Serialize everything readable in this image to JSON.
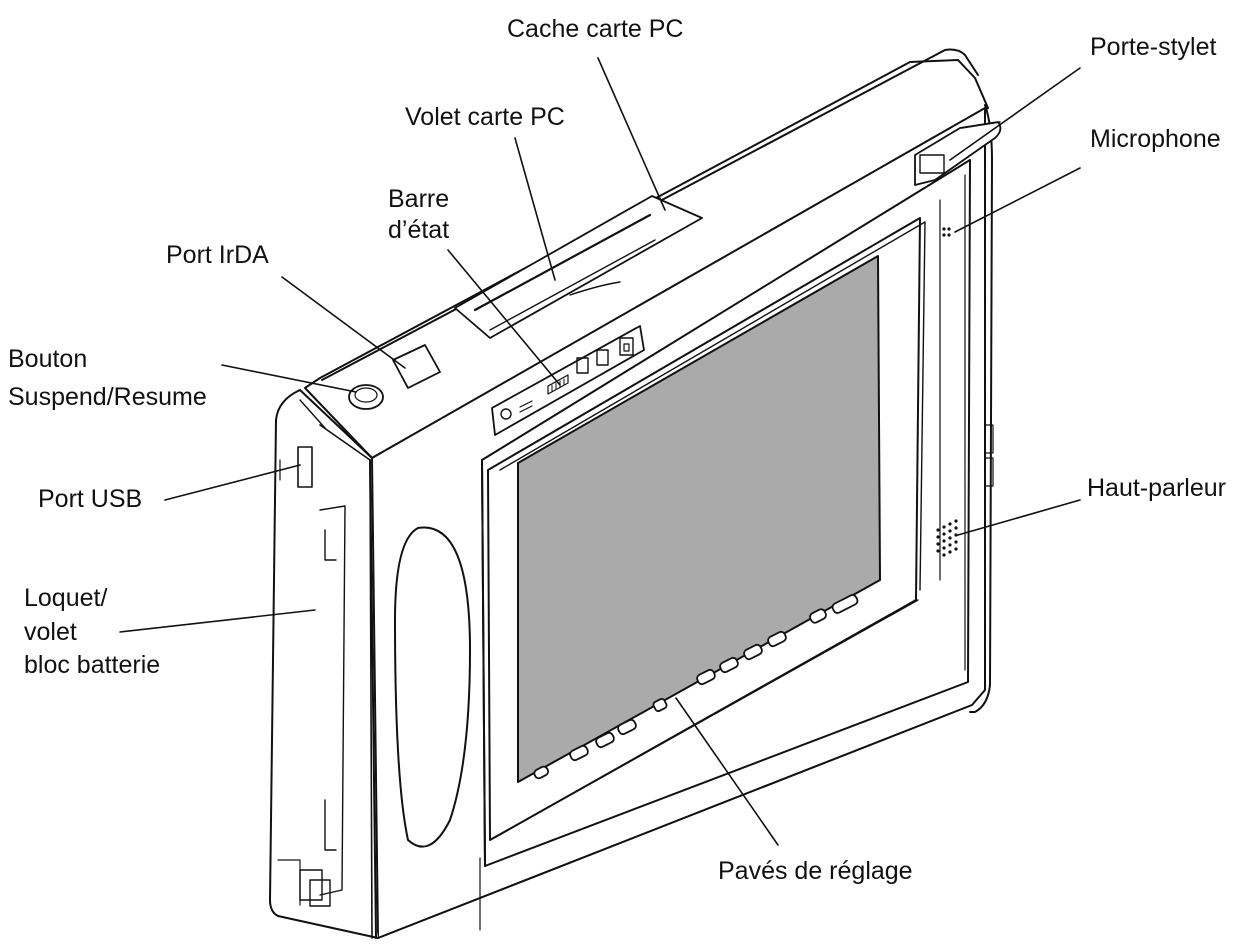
{
  "labels": {
    "cache_carte_pc": "Cache carte PC",
    "porte_stylet": "Porte-stylet",
    "volet_carte_pc": "Volet carte PC",
    "microphone": "Microphone",
    "barre_etat_line1": "Barre",
    "barre_etat_line2": "d’état",
    "port_irda": "Port IrDA",
    "bouton_line1": "Bouton",
    "bouton_line2": "Suspend/Resume",
    "port_usb": "Port USB",
    "haut_parleur": "Haut-parleur",
    "loquet_line1": "Loquet/",
    "loquet_line2": "volet",
    "loquet_line3": "bloc batterie",
    "paves_reglage": "Pavés de réglage"
  },
  "colors": {
    "line": "#111111",
    "screen": "#aaaaaa",
    "body": "#ffffff"
  }
}
